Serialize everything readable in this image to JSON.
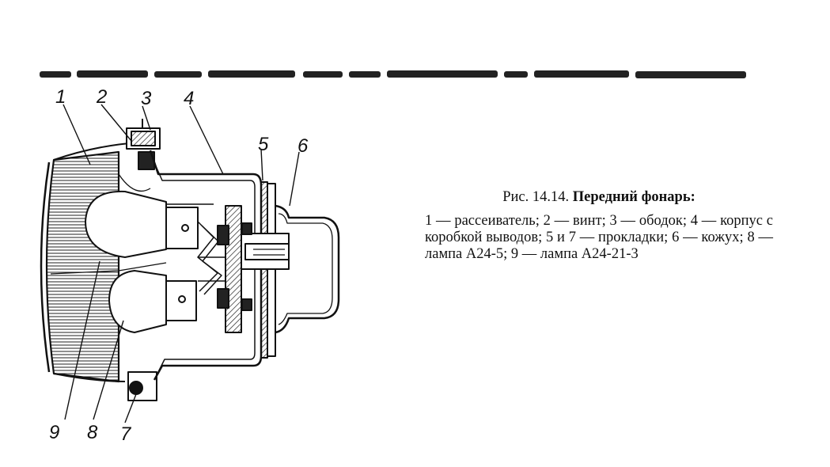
{
  "caption": {
    "prefix": "Рис. 14.14.",
    "title": "Передний фонарь:",
    "body": "1 — рассеиватель; 2 — винт; 3 — ободок; 4 — корпус с коробкой выводов; 5 и 7 — прокладки; 6 — кожух; 8 — лампа А24-5; 9 — лампа А24-21-3"
  },
  "callouts": [
    "1",
    "2",
    "3",
    "4",
    "5",
    "6",
    "7",
    "8",
    "9"
  ]
}
